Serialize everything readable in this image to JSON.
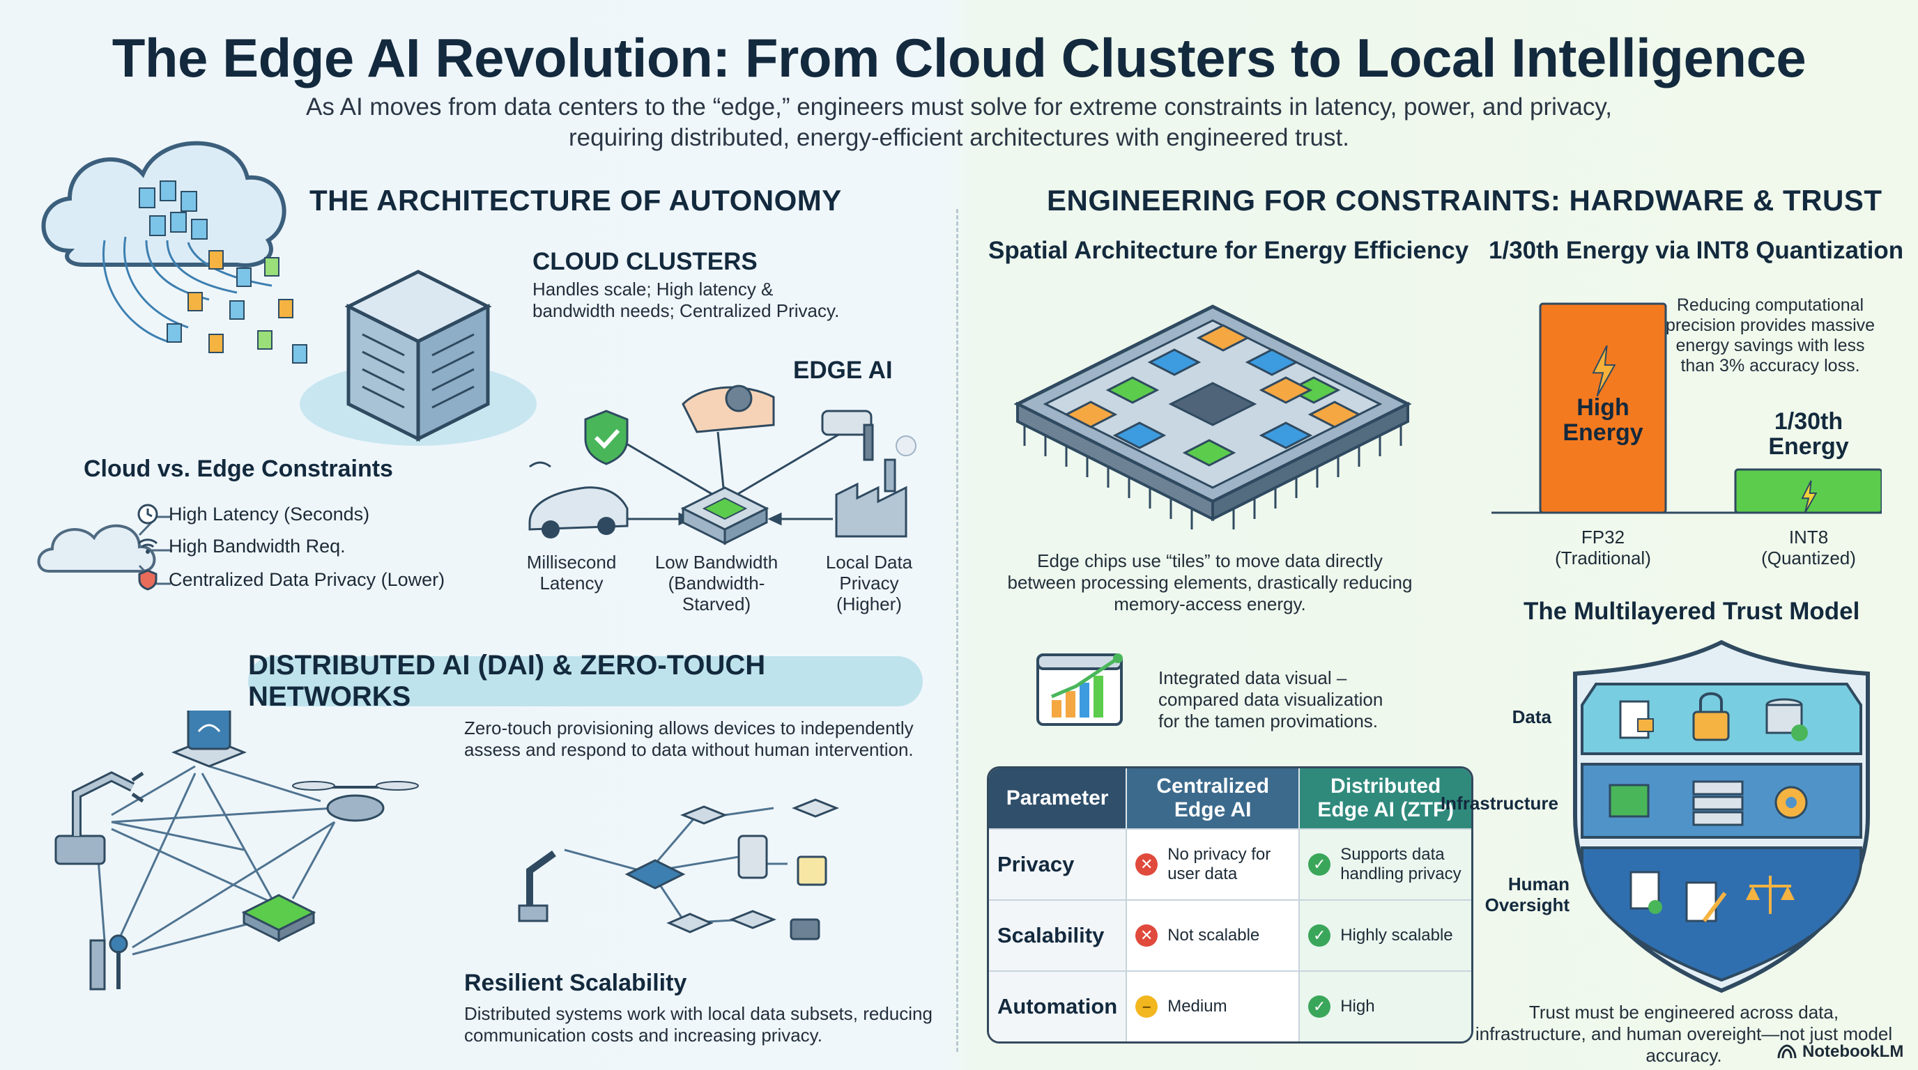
{
  "header": {
    "title": "The Edge AI Revolution: From Cloud Clusters to Local Intelligence",
    "subtitle": "As AI moves from data centers to the “edge,” engineers must solve for extreme constraints in latency, power, and privacy, requiring distributed, energy-efficient architectures with engineered trust."
  },
  "left": {
    "heading": "THE ARCHITECTURE OF AUTONOMY",
    "cloud_clusters": {
      "title": "CLOUD CLUSTERS",
      "desc": "Handles scale; High latency & bandwidth needs; Centralized Privacy."
    },
    "edge_ai": {
      "title": "EDGE AI",
      "labels": [
        "Millisecond Latency",
        "Low Bandwidth (Bandwidth-Starved)",
        "Local Data Privacy (Higher)"
      ]
    },
    "constraints": {
      "title": "Cloud vs. Edge Constraints",
      "items": [
        "High Latency (Seconds)",
        "High Bandwidth Req.",
        "Centralized Data Privacy (Lower)"
      ]
    },
    "dai": {
      "heading": "DISTRIBUTED AI (DAI) & ZERO-TOUCH NETWORKS",
      "desc": "Zero-touch provisioning allows devices to independently assess and respond to data without human intervention.",
      "resilient_title": "Resilient Scalability",
      "resilient_desc": "Distributed systems work with local data subsets, reducing communication costs and increasing privacy."
    }
  },
  "right": {
    "heading": "ENGINEERING FOR CONSTRAINTS: HARDWARE & TRUST",
    "spatial": {
      "title": "Spatial Architecture for Energy Efficiency",
      "desc": "Edge chips use “tiles” to move data directly between processing elements, drastically reducing memory-access energy."
    },
    "integrated": {
      "desc": "Integrated data visual – compared data visualization for the tamen provimations."
    },
    "quant": {
      "title": "1/30th Energy via INT8 Quantization",
      "desc": "Reducing computational precision provides massive energy savings with less than 3% accuracy loss."
    },
    "table": {
      "headers": [
        "Parameter",
        "Centralized Edge AI",
        "Distributed Edge AI (ZTP)"
      ],
      "rows": [
        {
          "param": "Privacy",
          "central": "No privacy for user data",
          "central_status": "bad",
          "distributed": "Supports data handling privacy",
          "distributed_status": "good"
        },
        {
          "param": "Scalability",
          "central": "Not scalable",
          "central_status": "bad",
          "distributed": "Highly scalable",
          "distributed_status": "good"
        },
        {
          "param": "Automation",
          "central": "Medium",
          "central_status": "medium",
          "distributed": "High",
          "distributed_status": "good"
        }
      ]
    },
    "trust": {
      "title": "The Multilayered Trust Model",
      "layers": [
        "Data",
        "Infrastructure",
        "Human Oversight"
      ],
      "desc": "Trust must be engineered across data, infrastructure, and human overeight—not just model accuracy."
    },
    "brand": "NotebookLM"
  },
  "colors": {
    "high_energy": "#f47a1f",
    "low_energy": "#5ccc4c",
    "navy": "#13293d",
    "teal_pill": "#bfe3ec"
  },
  "chart_data": {
    "type": "bar",
    "title": "1/30th Energy via INT8 Quantization",
    "categories": [
      "FP32 (Traditional)",
      "INT8 (Quantized)"
    ],
    "bar_labels": [
      "High Energy",
      "1/30th Energy"
    ],
    "values": [
      30,
      1
    ],
    "xlabel": "",
    "ylabel": "",
    "grid": false,
    "legend": "none"
  }
}
